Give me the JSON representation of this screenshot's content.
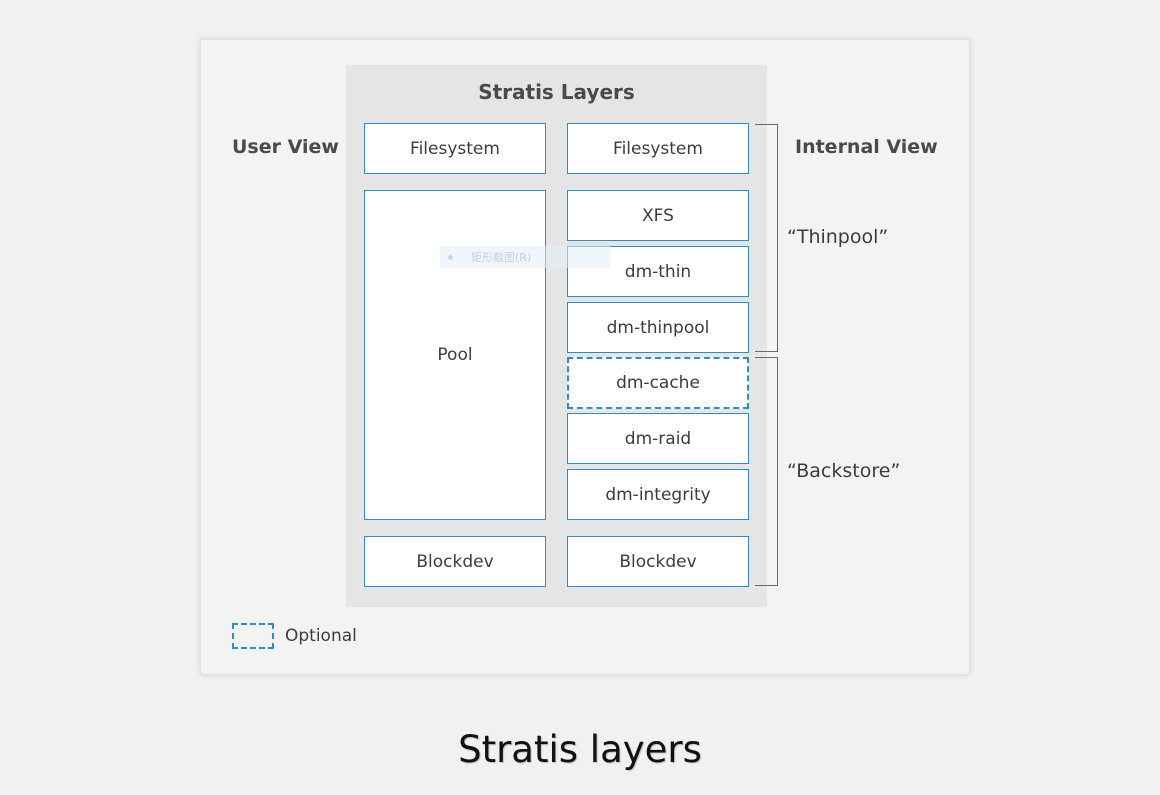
{
  "diagram": {
    "title": "Stratis Layers",
    "user_view_label": "User View",
    "internal_view_label": "Internal View",
    "user_column": [
      "Filesystem",
      "Pool",
      "Blockdev"
    ],
    "internal_column": [
      "Filesystem",
      "XFS",
      "dm-thin",
      "dm-thinpool",
      "dm-cache",
      "dm-raid",
      "dm-integrity",
      "Blockdev"
    ],
    "optional_item": "dm-cache",
    "groups": {
      "thinpool": "“Thinpool”",
      "backstore": "“Backstore”"
    },
    "legend": {
      "optional": "Optional"
    },
    "colors": {
      "box_border": "#2d8ec4",
      "panel": "#e5e5e5",
      "bracket": "#6a6a6a"
    }
  },
  "overlay": {
    "text": "矩形截图(R)"
  },
  "caption": "Stratis layers"
}
